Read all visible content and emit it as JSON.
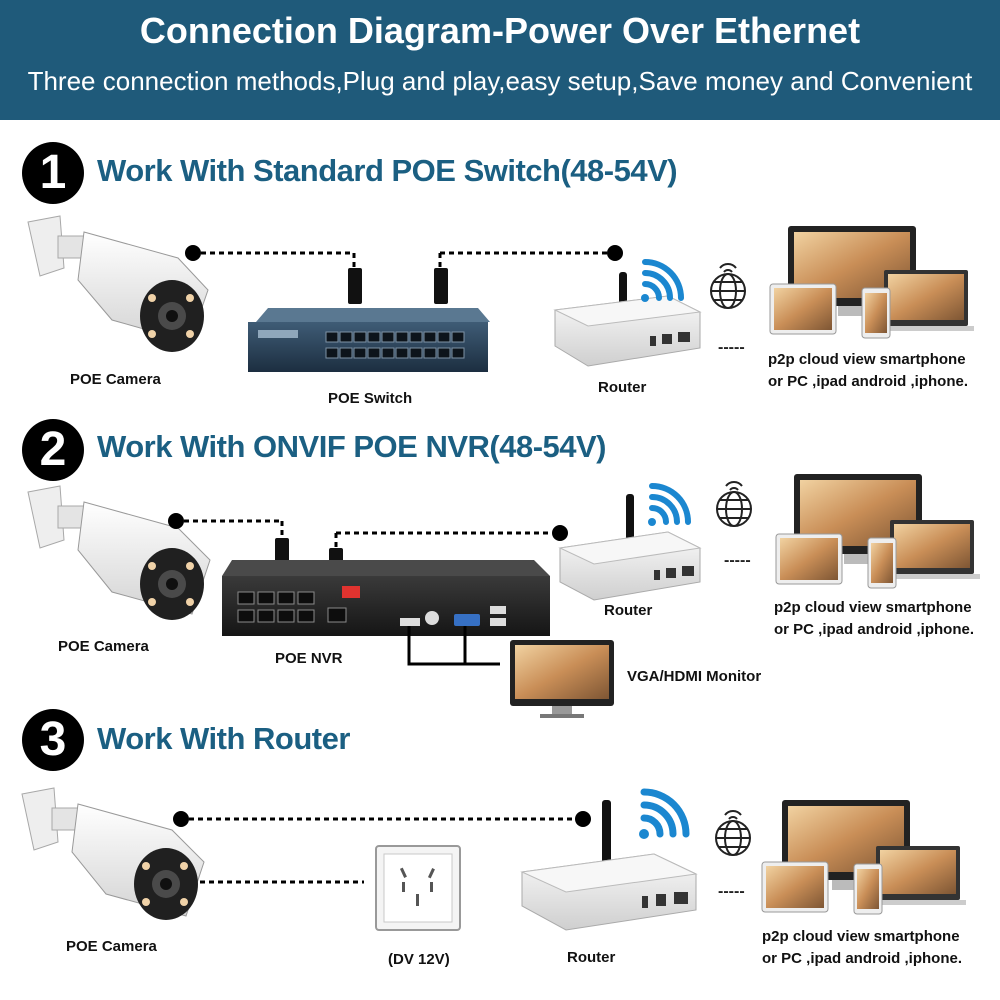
{
  "header": {
    "title": "Connection Diagram-Power Over Ethernet",
    "subtitle": "Three connection methods,Plug and play,easy setup,Save money and Convenient"
  },
  "colors": {
    "header_bg": "#1f5a7a",
    "section_title": "#1b5f82"
  },
  "sections": [
    {
      "number": "1",
      "title": "Work With Standard POE Switch(48-54V)",
      "camera_label": "POE Camera",
      "device_label": "POE Switch",
      "router_label": "Router",
      "cloud_line1": "p2p cloud view smartphone",
      "cloud_line2": "or PC ,ipad android ,iphone.",
      "dashes": "-----"
    },
    {
      "number": "2",
      "title": "Work With ONVIF POE NVR(48-54V)",
      "camera_label": "POE Camera",
      "device_label": "POE NVR",
      "router_label": "Router",
      "monitor_label": "VGA/HDMI Monitor",
      "cloud_line1": "p2p cloud view smartphone",
      "cloud_line2": "or PC ,ipad android ,iphone.",
      "dashes": "-----"
    },
    {
      "number": "3",
      "title": "Work With Router",
      "camera_label": "POE Camera",
      "device_label": "(DV 12V)",
      "router_label": "Router",
      "cloud_line1": "p2p cloud view smartphone",
      "cloud_line2": "or PC ,ipad android ,iphone.",
      "dashes": "-----"
    }
  ],
  "icons": [
    "camera-icon",
    "switch-icon",
    "router-icon",
    "wifi-icon",
    "globe-icon",
    "devices-icon",
    "nvr-icon",
    "monitor-icon",
    "power-socket-icon"
  ]
}
